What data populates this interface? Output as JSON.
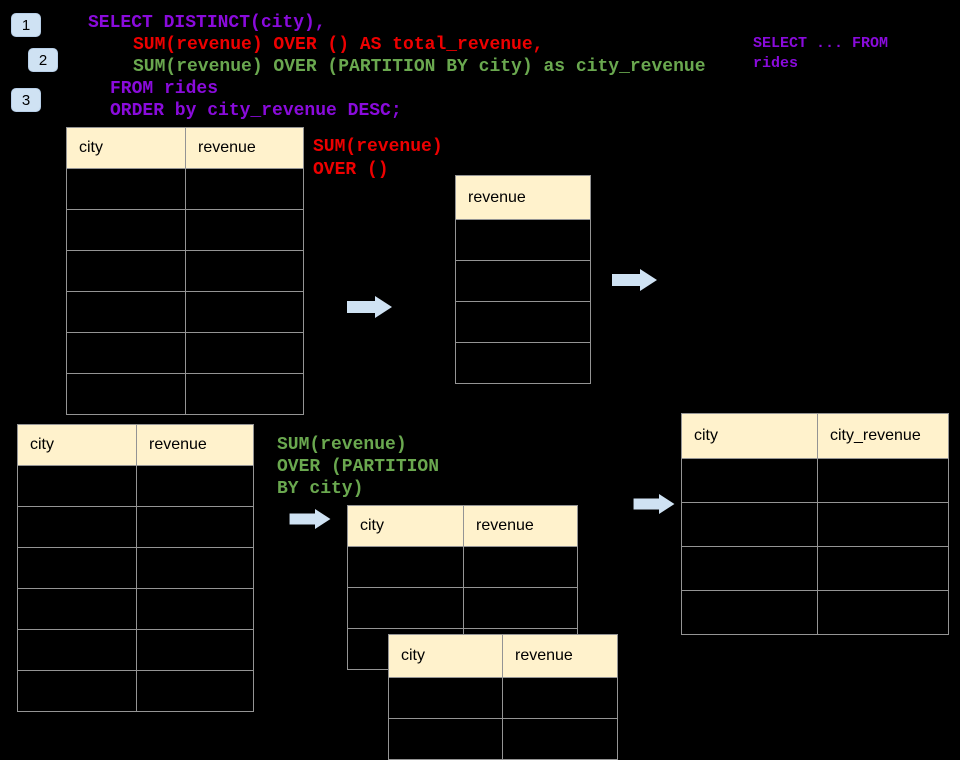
{
  "colors": {
    "background": "#000000",
    "sql_purple": "#8A0BDC",
    "sql_red": "#EE0000",
    "sql_green": "#6AA84F",
    "table_header_bg": "#FFF2CC",
    "table_border": "#949494",
    "arrow_fill": "#CFE2F3",
    "badge_bg": "#CFE2F3"
  },
  "badges": [
    {
      "label": "1"
    },
    {
      "label": "2"
    },
    {
      "label": "3"
    }
  ],
  "sql": {
    "lines": [
      {
        "text": "SELECT DISTINCT(city),"
      },
      {
        "text": "SUM(revenue) OVER () AS total_revenue,"
      },
      {
        "text": "SUM(revenue) OVER (PARTITION BY city) as city_revenue"
      },
      {
        "text": "FROM rides"
      },
      {
        "text": "ORDER by city_revenue DESC;"
      }
    ]
  },
  "side_note": {
    "line1": "SELECT ... FROM",
    "line2": "rides"
  },
  "annotations": {
    "total": {
      "line1": "SUM(revenue)",
      "line2": "OVER ()"
    },
    "partition": {
      "line1": "SUM(revenue)",
      "line2": "OVER (PARTITION",
      "line3": "BY city)"
    }
  },
  "tables": {
    "source_top": {
      "headers": [
        "city",
        "revenue"
      ],
      "rows": 6
    },
    "total_result": {
      "headers": [
        "revenue"
      ],
      "rows": 4
    },
    "source_bottom": {
      "headers": [
        "city",
        "revenue"
      ],
      "rows": 6
    },
    "partition_a": {
      "headers": [
        "city",
        "revenue"
      ],
      "rows": 3
    },
    "partition_b": {
      "headers": [
        "city",
        "revenue"
      ],
      "rows": 2
    },
    "final_result": {
      "headers": [
        "city",
        "city_revenue"
      ],
      "rows": 4
    }
  }
}
